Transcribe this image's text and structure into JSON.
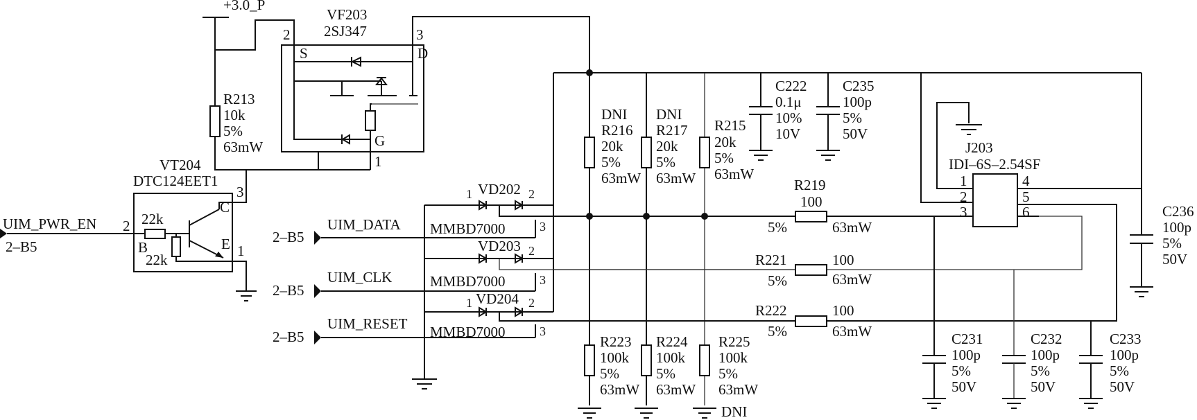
{
  "schematic": {
    "power": {
      "label": "+3.0_P"
    },
    "vf203": {
      "ref": "VF203",
      "part": "2SJ347",
      "pin_s": "2",
      "pin_d": "3",
      "pin_g": "1",
      "label_s": "S",
      "label_d": "D",
      "label_g": "G"
    },
    "r213": {
      "ref": "R213",
      "value": "10k",
      "tol": "5%",
      "power": "63mW"
    },
    "vt204": {
      "ref": "VT204",
      "part": "DTC124EET1",
      "r1": "22k",
      "r2": "22k",
      "pin_b": "2",
      "pin_c": "3",
      "pin_e": "1",
      "label_b": "B",
      "label_c": "C",
      "label_e": "E"
    },
    "nets": {
      "pwr_en": {
        "name": "UIM_PWR_EN",
        "sheet_ref": "2–B5"
      },
      "data": {
        "name": "UIM_DATA",
        "sheet_ref": "2–B5"
      },
      "clk": {
        "name": "UIM_CLK",
        "sheet_ref": "2–B5"
      },
      "reset": {
        "name": "UIM_RESET",
        "sheet_ref": "2–B5"
      }
    },
    "diodes": [
      {
        "ref": "VD202",
        "part": "MMBD7000",
        "pin1": "1",
        "pin2": "2",
        "pin3": "3"
      },
      {
        "ref": "VD203",
        "part": "MMBD7000",
        "pin1": "",
        "pin2": "2",
        "pin3": "3"
      },
      {
        "ref": "VD204",
        "part": "MMBD7000",
        "pin1": "1",
        "pin2": "2",
        "pin3": "3"
      }
    ],
    "pullups": [
      {
        "note": "DNI",
        "ref": "R216",
        "value": "20k",
        "tol": "5%",
        "power": "63mW"
      },
      {
        "note": "DNI",
        "ref": "R217",
        "value": "20k",
        "tol": "5%",
        "power": "63mW"
      },
      {
        "note": "",
        "ref": "R215",
        "value": "20k",
        "tol": "5%",
        "power": "63mW"
      }
    ],
    "pulldowns": [
      {
        "ref": "R223",
        "value": "100k",
        "tol": "5%",
        "power": "63mW"
      },
      {
        "ref": "R224",
        "value": "100k",
        "tol": "5%",
        "power": "63mW"
      },
      {
        "ref": "R225",
        "value": "100k",
        "tol": "5%",
        "power": "63mW",
        "note": "DNI"
      }
    ],
    "caps_top": [
      {
        "ref": "C222",
        "value": "0.1μ",
        "tol": "10%",
        "voltage": "10V"
      },
      {
        "ref": "C235",
        "value": "100p",
        "tol": "5%",
        "voltage": "50V"
      }
    ],
    "series": [
      {
        "ref": "R219",
        "value": "100",
        "tol": "5%",
        "power": "63mW"
      },
      {
        "ref": "R221",
        "value": "100",
        "tol": "5%",
        "power": "63mW"
      },
      {
        "ref": "R222",
        "value": "100",
        "tol": "5%",
        "power": "63mW"
      }
    ],
    "j203": {
      "ref": "J203",
      "part": "IDI–6S–2.54SF",
      "pins": [
        "1",
        "2",
        "3",
        "4",
        "5",
        "6"
      ]
    },
    "caps_bottom": [
      {
        "ref": "C231",
        "value": "100p",
        "tol": "5%",
        "voltage": "50V"
      },
      {
        "ref": "C232",
        "value": "100p",
        "tol": "5%",
        "voltage": "50V"
      },
      {
        "ref": "C233",
        "value": "100p",
        "tol": "5%",
        "voltage": "50V"
      }
    ],
    "c236": {
      "ref": "C236",
      "value": "100p",
      "tol": "5%",
      "voltage": "50V"
    }
  }
}
